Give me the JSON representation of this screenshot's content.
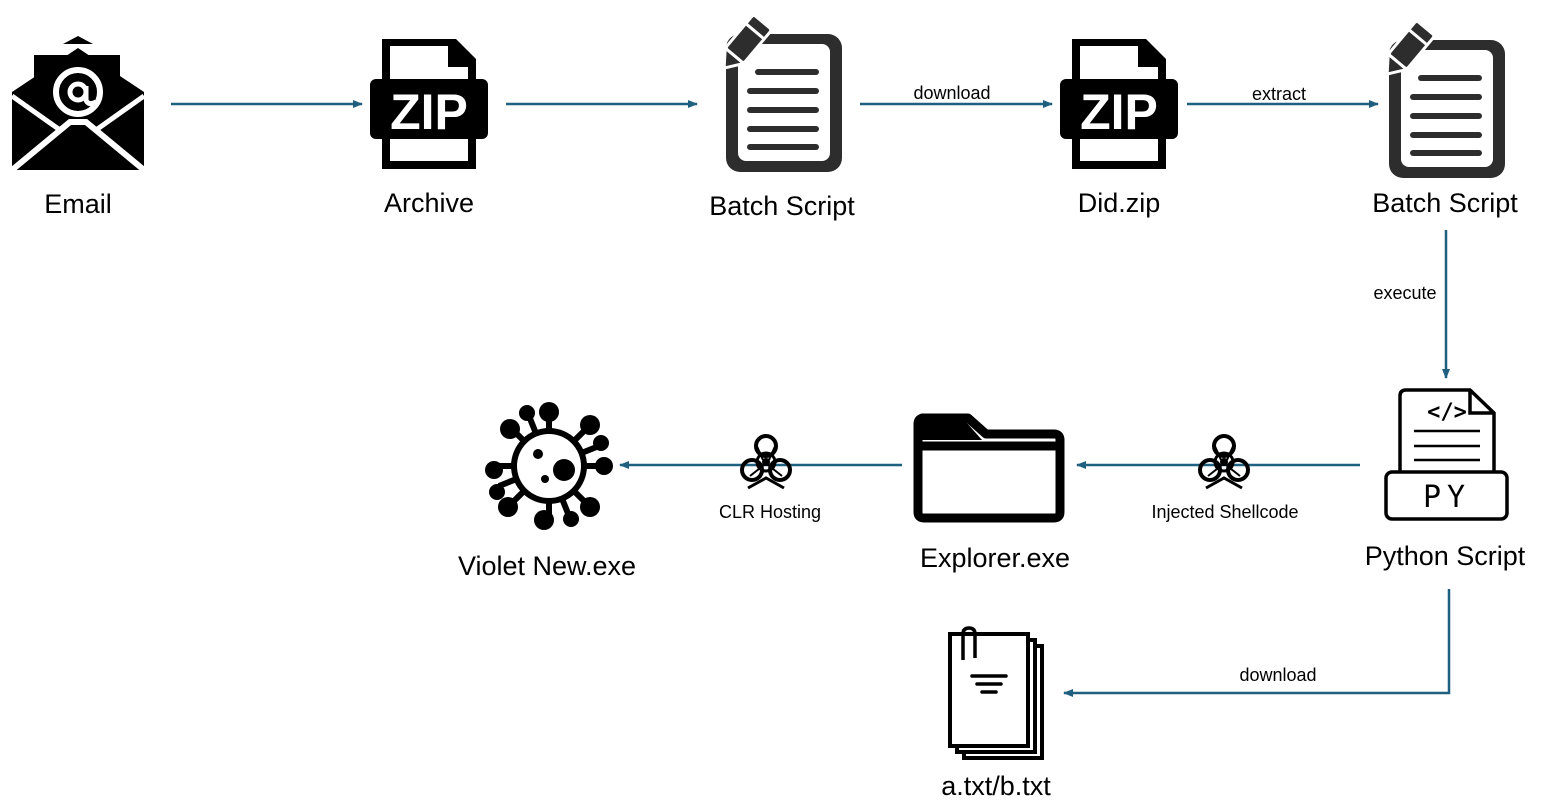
{
  "colors": {
    "arrow": "#1f5f7f",
    "icon": "#000000",
    "icon_fill_dark": "#2d2d2d"
  },
  "nodes": {
    "email": {
      "label": "Email",
      "icon": "envelope-at-icon"
    },
    "archive": {
      "label": "Archive",
      "icon": "zip-file-icon",
      "icon_text": "ZIP"
    },
    "batch1": {
      "label": "Batch Script",
      "icon": "script-document-icon"
    },
    "didzip": {
      "label": "Did.zip",
      "icon": "zip-file-icon",
      "icon_text": "ZIP"
    },
    "batch2": {
      "label": "Batch Script",
      "icon": "script-document-icon"
    },
    "python": {
      "label": "Python Script",
      "icon": "python-file-icon",
      "icon_text": "PY",
      "code_glyph": "</>"
    },
    "explorer": {
      "label": "Explorer.exe",
      "icon": "folder-icon"
    },
    "violet": {
      "label": "Violet New.exe",
      "icon": "virus-icon"
    },
    "txt": {
      "label": "a.txt/b.txt",
      "icon": "documents-stack-icon"
    }
  },
  "edges": {
    "email_archive": {
      "label": ""
    },
    "archive_batch1": {
      "label": ""
    },
    "batch1_didzip": {
      "label": "download"
    },
    "didzip_batch2": {
      "label": "extract"
    },
    "batch2_python": {
      "label": "execute"
    },
    "python_explorer": {
      "label": "Injected Shellcode",
      "icon": "biohazard-icon"
    },
    "explorer_violet": {
      "label": "CLR Hosting",
      "icon": "biohazard-icon"
    },
    "python_txt": {
      "label": "download"
    }
  }
}
